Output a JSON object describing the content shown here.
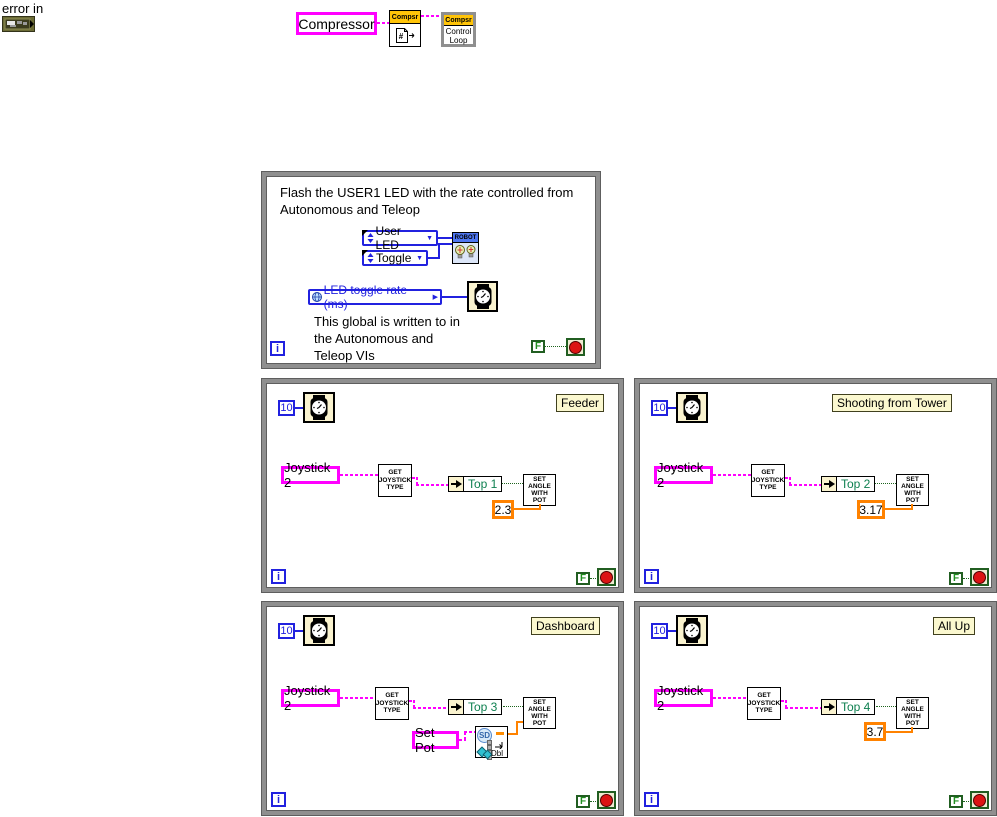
{
  "colors": {
    "wire_device_magenta": "#FF00FF",
    "wire_numeric_blue": "#2121DF",
    "wire_double_orange": "#FF8200",
    "wire_boolean_green": "#1E641E",
    "loop_border_gray": "#8F8F8F",
    "vi_header_yellow": "#FFC408",
    "robot_header_blue": "#4E76F2",
    "icon_beige": "#FAF3CF",
    "stop_red": "#DC1414"
  },
  "top": {
    "error_in_label": "error in",
    "compressor_constant": "Compressor",
    "compressor_open_header": "Compsr",
    "compressor_loop_header": "Compsr",
    "compressor_loop_body": "Control\nLoop"
  },
  "led_loop": {
    "comment": "Flash the USER1 LED with the rate controlled from\nAutonomous and Teleop",
    "enum_user_led": "User LED",
    "enum_toggle": "Toggle",
    "robot_header": "ROBOT",
    "global_variable": "LED toggle rate (ms)",
    "note": "This global is written to in\nthe Autonomous and\nTeleop VIs",
    "iteration_terminal": "i",
    "false_constant": "F"
  },
  "joystick_loops": [
    {
      "label": "Feeder",
      "wait_ms": "10",
      "joystick": "Joystick 2",
      "get_joystick_type": "GET\nJOYSTICK\nTYPE",
      "top_selector": "Top 1",
      "set_angle_with_pot": "SET\nANGLE\nWITH\nPOT",
      "angle_value": "2.3",
      "iteration_terminal": "i",
      "false_constant": "F"
    },
    {
      "label": "Shooting from Tower",
      "wait_ms": "10",
      "joystick": "Joystick 2",
      "get_joystick_type": "GET\nJOYSTICK\nTYPE",
      "top_selector": "Top 2",
      "set_angle_with_pot": "SET\nANGLE\nWITH\nPOT",
      "angle_value": "3.17",
      "iteration_terminal": "i",
      "false_constant": "F"
    },
    {
      "label": "Dashboard",
      "wait_ms": "10",
      "joystick": "Joystick 2",
      "get_joystick_type": "GET\nJOYSTICK\nTYPE",
      "top_selector": "Top 3",
      "set_angle_with_pot": "SET\nANGLE\nWITH\nPOT",
      "set_pot_constant": "Set Pot",
      "sd_label": "SD",
      "dbl_label": "Dbl",
      "iteration_terminal": "i",
      "false_constant": "F"
    },
    {
      "label": "All Up",
      "wait_ms": "10",
      "joystick": "Joystick 2",
      "get_joystick_type": "GET\nJOYSTICK\nTYPE",
      "top_selector": "Top 4",
      "set_angle_with_pot": "SET\nANGLE\nWITH\nPOT",
      "angle_value": "3.7",
      "iteration_terminal": "i",
      "false_constant": "F"
    }
  ]
}
